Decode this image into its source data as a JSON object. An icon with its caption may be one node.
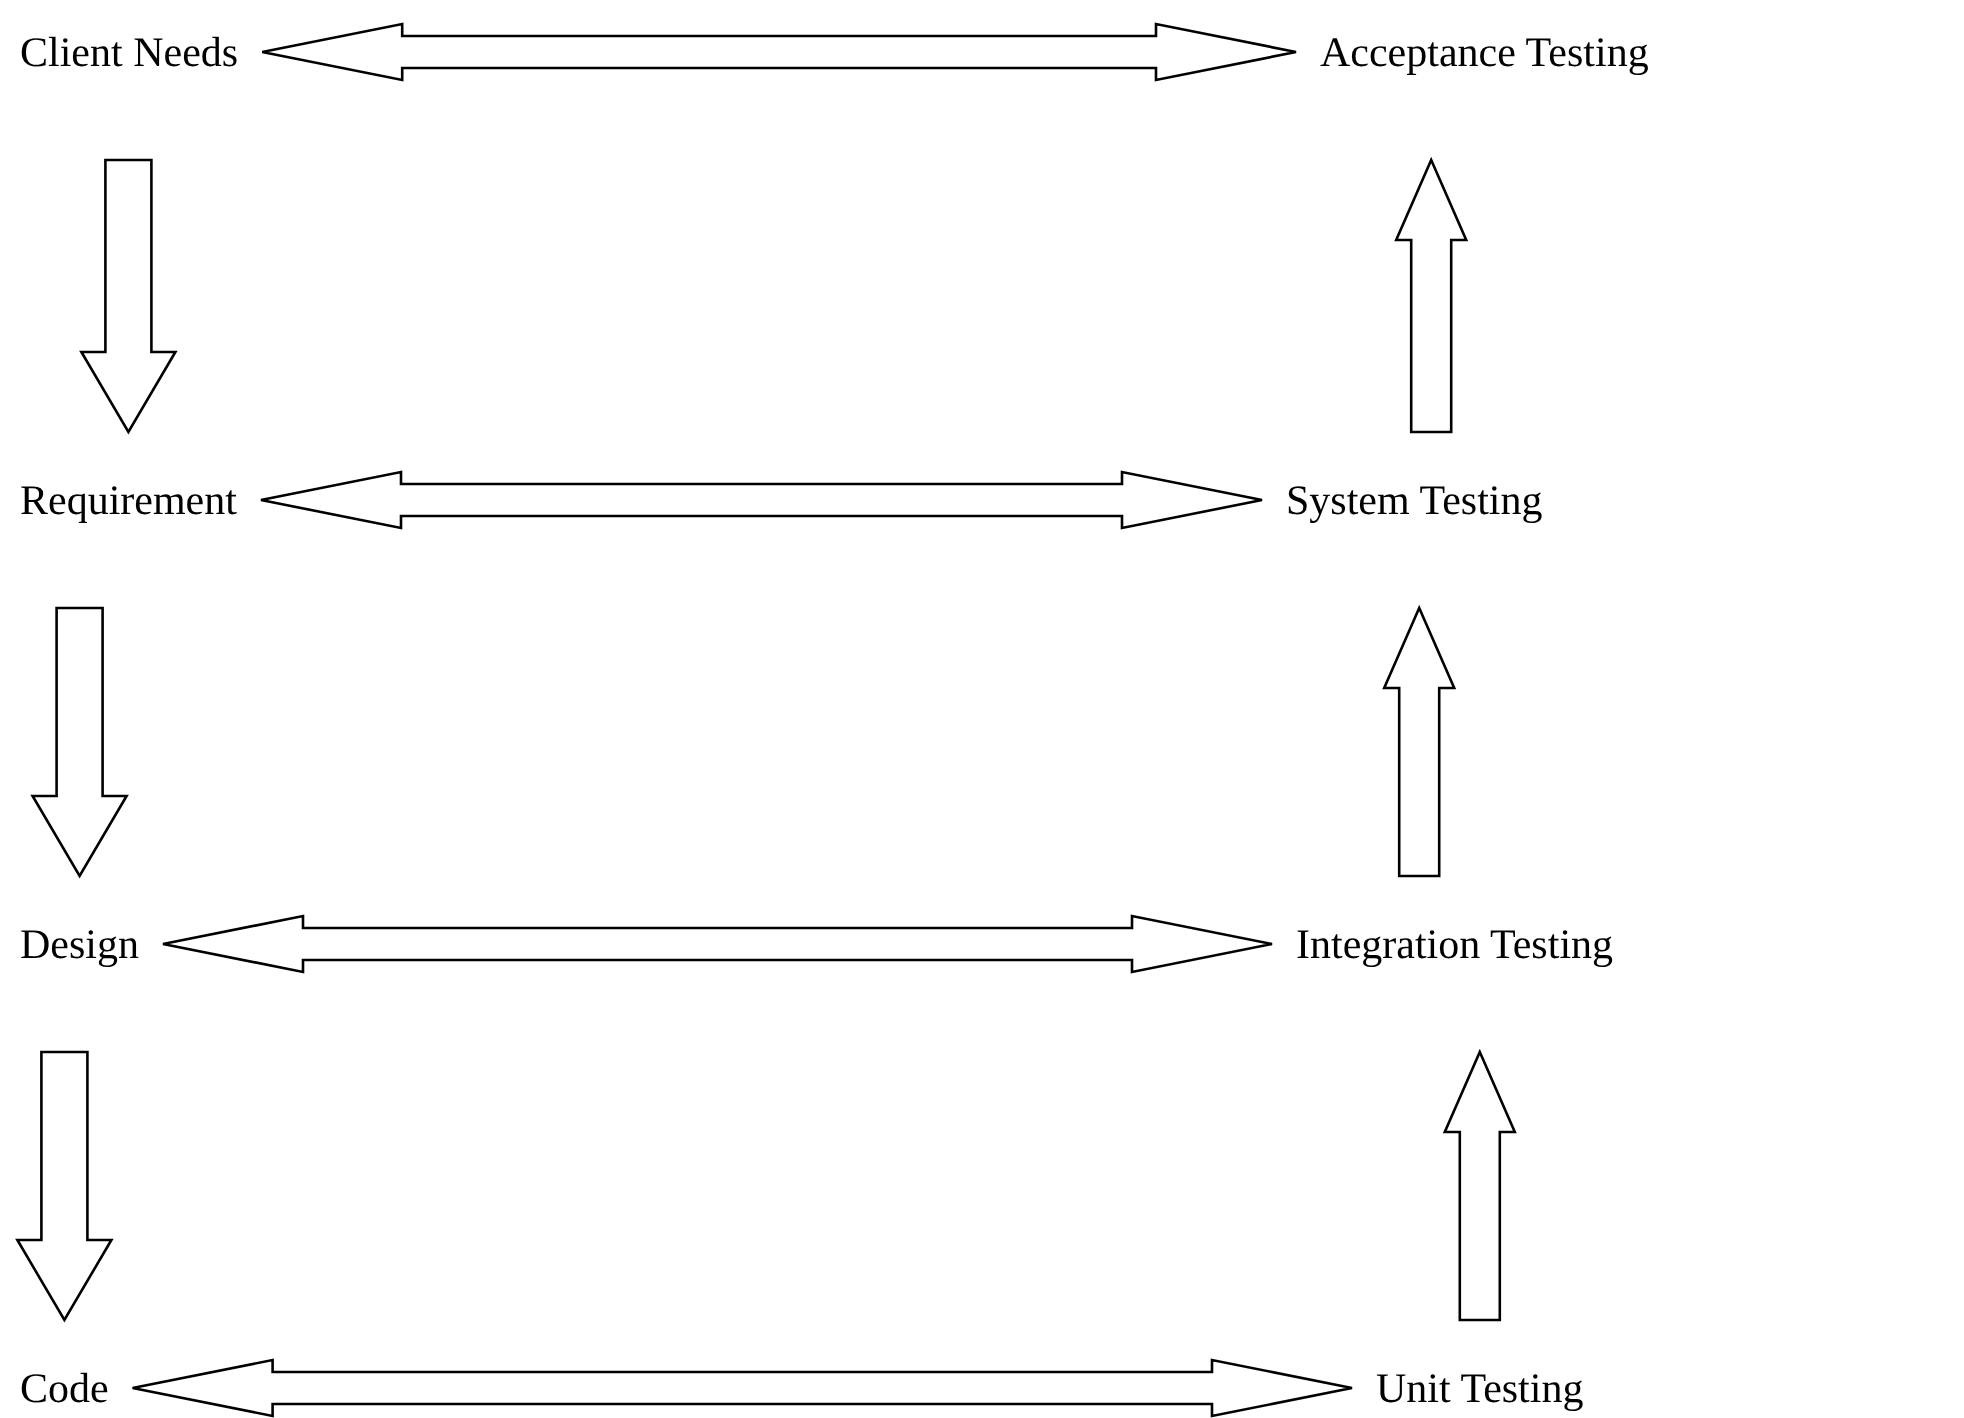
{
  "diagram": {
    "nodes": [
      {
        "text": [
          "Client Needs"
        ]
      },
      {
        "text": [
          "Requirement"
        ]
      },
      {
        "text": [
          "Design"
        ]
      },
      {
        "text": [
          "Code"
        ]
      },
      {
        "text": [
          "Acceptance Testing"
        ]
      },
      {
        "text": [
          "System Testing"
        ]
      },
      {
        "text": [
          "Integration Testing"
        ]
      },
      {
        "text": [
          "Unit Testing"
        ]
      }
    ],
    "edges": [
      {
        "from": 0,
        "to": 4,
        "arrow": "both"
      },
      {
        "from": 0,
        "to": 1,
        "arrow": "to"
      },
      {
        "from": 5,
        "to": 4,
        "arrow": "to"
      },
      {
        "from": 1,
        "to": 5,
        "arrow": "both"
      },
      {
        "from": 1,
        "to": 2,
        "arrow": "to"
      },
      {
        "from": 6,
        "to": 5,
        "arrow": "to"
      },
      {
        "from": 2,
        "to": 6,
        "arrow": "both"
      },
      {
        "from": 2,
        "to": 3,
        "arrow": "to"
      },
      {
        "from": 7,
        "to": 6,
        "arrow": "to"
      },
      {
        "from": 3,
        "to": 7,
        "arrow": "both"
      }
    ]
  }
}
